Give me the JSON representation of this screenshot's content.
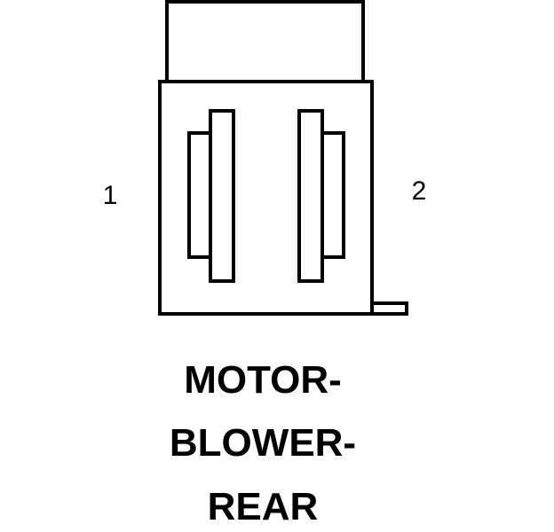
{
  "connector": {
    "pins": [
      {
        "label": "1"
      },
      {
        "label": "2"
      }
    ],
    "title_lines": [
      "MOTOR-",
      "BLOWER-",
      "REAR"
    ]
  },
  "colors": {
    "stroke": "#000000",
    "background": "#ffffff"
  }
}
